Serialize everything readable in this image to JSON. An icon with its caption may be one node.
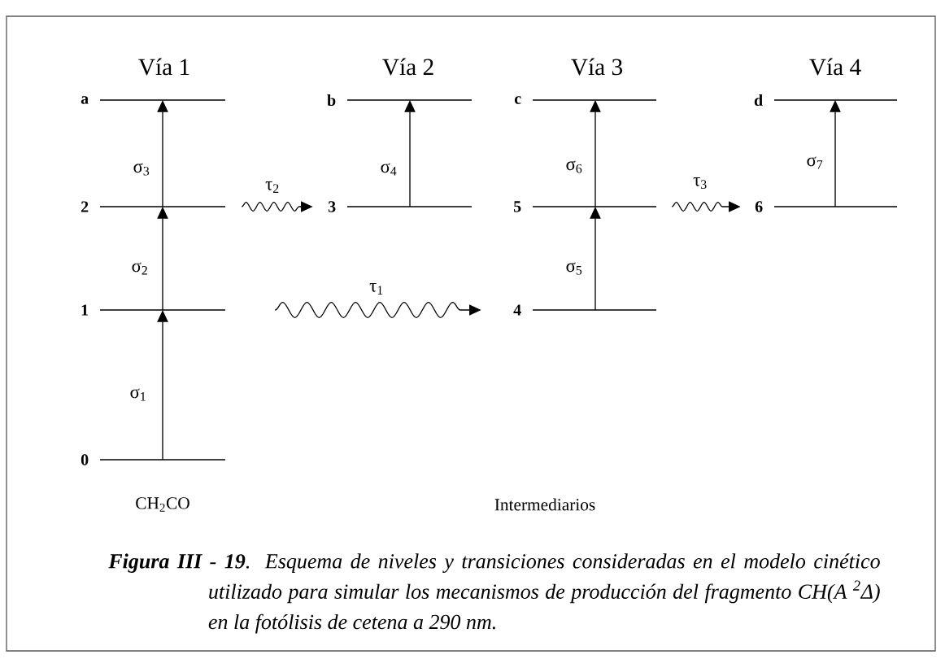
{
  "diagram": {
    "caption": "**Figura III - 19**. Esquema de niveles y transiciones consideradas en el modelo cinético utilizado para simular los mecanismos de producción del fragmento CH(A $^{2}$Δ) en la fotólisis de cetena a 290 nm.",
    "nodes": [
      {
        "text": [
          "a"
        ]
      },
      {
        "text": [
          "b"
        ]
      },
      {
        "text": [
          "c"
        ]
      },
      {
        "text": [
          "d"
        ]
      },
      {
        "text": [
          "2"
        ]
      },
      {
        "text": [
          "3"
        ]
      },
      {
        "text": [
          "5"
        ]
      },
      {
        "text": [
          "6"
        ]
      },
      {
        "text": [
          "1"
        ]
      },
      {
        "text": [
          "4"
        ]
      },
      {
        "text": [
          "0"
        ]
      }
    ],
    "edges": [
      {
        "from": 10,
        "to": 8,
        "arrow": "to",
        "label": "σ$_{1}$"
      },
      {
        "from": 8,
        "to": 4,
        "arrow": "to",
        "label": "σ$_{2}$"
      },
      {
        "from": 4,
        "to": 0,
        "arrow": "to",
        "label": "σ$_{3}$"
      },
      {
        "from": 5,
        "to": 1,
        "arrow": "to",
        "label": "σ$_{4}$"
      },
      {
        "from": 9,
        "to": 6,
        "arrow": "to",
        "label": "σ$_{5}$"
      },
      {
        "from": 6,
        "to": 2,
        "arrow": "to",
        "label": "σ$_{6}$"
      },
      {
        "from": 7,
        "to": 3,
        "arrow": "to",
        "label": "σ$_{7}$"
      },
      {
        "from": 4,
        "to": 5,
        "arrow": "to",
        "label": "τ$_{2}$"
      },
      {
        "from": 8,
        "to": 9,
        "arrow": "to",
        "label": "τ$_{1}$"
      },
      {
        "from": 6,
        "to": 7,
        "arrow": "to",
        "label": "τ$_{3}$"
      }
    ],
    "labels": [
      "Vía 1",
      "Vía 2",
      "Vía 3",
      "Vía 4",
      "CH$_{2}$CO",
      "Intermediarios"
    ]
  }
}
